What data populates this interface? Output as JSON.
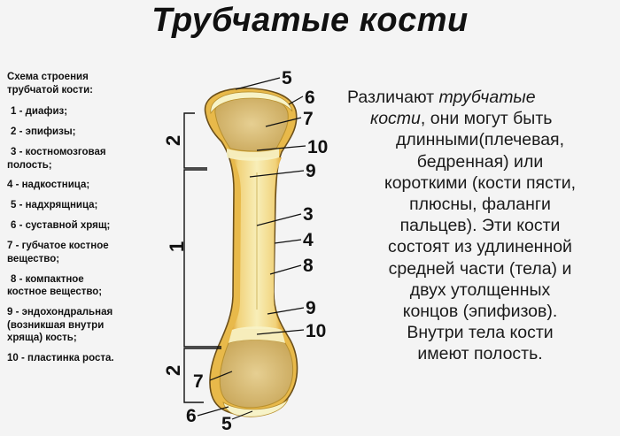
{
  "title": "Трубчатые кости",
  "legend": {
    "heading": [
      "Схема строения",
      "трубчатой кости:"
    ],
    "items": [
      [
        "1 - диафиз;"
      ],
      [
        "2 - эпифизы;"
      ],
      [
        "3 - костномозговая",
        "полость;"
      ],
      [
        "4 - надкостница;"
      ],
      [
        "5 - надхрящница;"
      ],
      [
        "6 - суставной хрящ;"
      ],
      [
        "7 - губчатое костное",
        "вещество;"
      ],
      [
        "8 - компактное",
        "костное вещество;"
      ],
      [
        "9 - эндохондральная",
        "(возникшая внутри",
        "хряща) кость;"
      ],
      [
        "10 - пластинка роста."
      ]
    ]
  },
  "description": {
    "line1_pre": "Различают ",
    "line1_em": "трубчатые",
    "line2_em": "кости",
    "line2_post": ", они могут быть",
    "lines": [
      "длинными(плечевая,",
      "бедренная)  или",
      "короткими (кости пясти,",
      "плюсны, фаланги",
      "пальцев).  Эти кости",
      "состоят из удлиненной",
      "средней части (тела) и",
      "двух утолщенных",
      "концов (эпифизов).",
      "Внутри тела кости",
      "имеют полость."
    ]
  },
  "diagram": {
    "label_top_5": "5",
    "label_top_6": "6",
    "label_top_7": "7",
    "label_top_10": "10",
    "label_top_9": "9",
    "label_3": "3",
    "label_4": "4",
    "label_8": "8",
    "label_bot_9": "9",
    "label_bot_10": "10",
    "label_2_top": "2",
    "label_1": "1",
    "label_2_bot": "2",
    "label_bot_7": "7",
    "label_bot_6": "6",
    "label_bot_5": "5"
  },
  "colors": {
    "bone_outer": "#e8b94a",
    "bone_shaft": "#f5e6a0",
    "epiphysis": "#d9c080",
    "cartilage": "#f7f3c8",
    "outline": "#6b4f1a"
  }
}
